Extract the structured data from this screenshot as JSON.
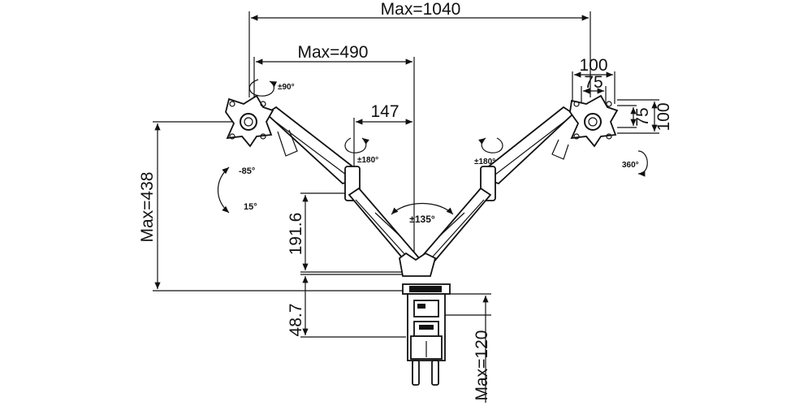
{
  "dimensions": {
    "total_width": "Max=1040",
    "arm_reach": "Max=490",
    "arm_offset": "147",
    "vesa_100_h": "100",
    "vesa_75_h": "75",
    "vesa_75_v": "75",
    "vesa_100_v": "100",
    "max_height": "Max=438",
    "pole_height": "191.6",
    "base_height": "48.7",
    "clamp_opening": "Max=120"
  },
  "rotations": {
    "left_rotate": "±90°",
    "left_swivel": "±180°",
    "right_swivel": "±180°",
    "right_rotate": "360°",
    "center_swivel": "±135°",
    "tilt_up": "-85°",
    "tilt_down": "15°"
  }
}
